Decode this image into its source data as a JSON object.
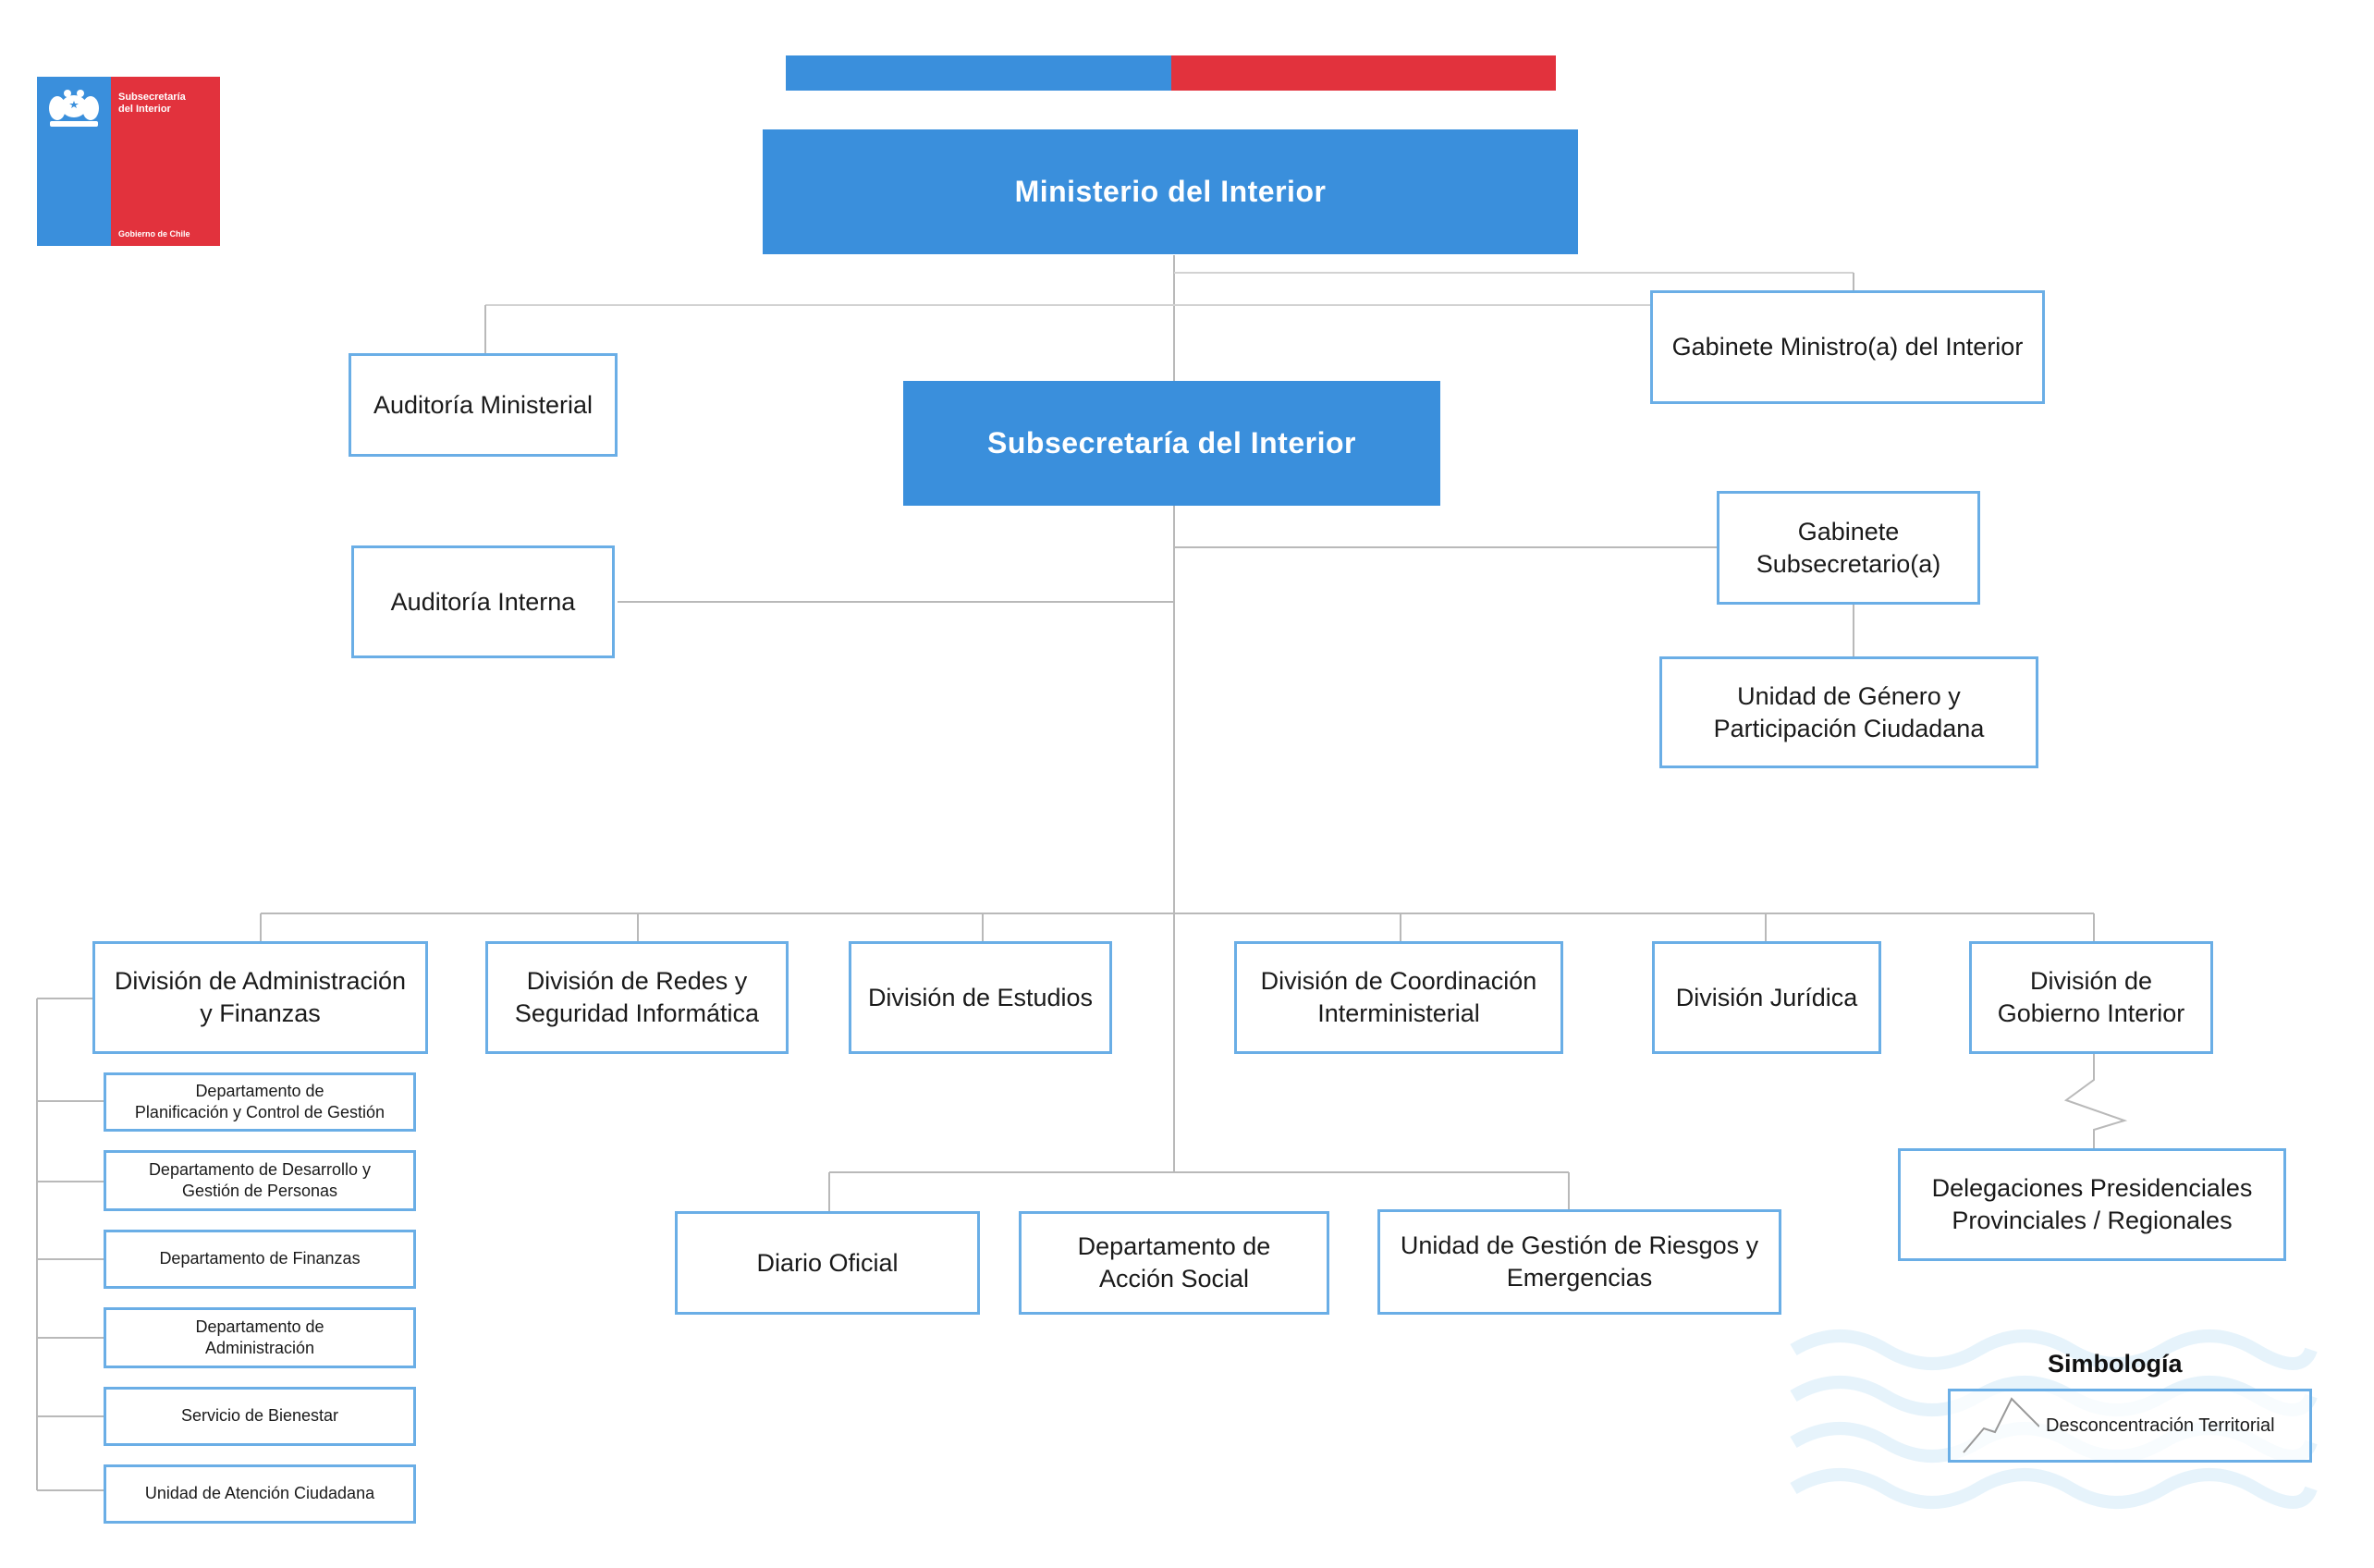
{
  "colors": {
    "blue": "#3a8fdc",
    "red": "#e2323d",
    "box_border": "#6aaee6",
    "line": "#b7b7b7"
  },
  "logo": {
    "line1": "Subsecretaría",
    "line2": "del Interior",
    "footer": "Gobierno de Chile",
    "emblem_icon": "coat-of-arms-icon"
  },
  "nodes": {
    "ministerio": "Ministerio del Interior",
    "gabinete_ministro": "Gabinete Ministro(a) del Interior",
    "auditoria_ministerial": "Auditoría Ministerial",
    "subsecretaria": "Subsecretaría del Interior",
    "gabinete_subsecretario": "Gabinete\nSubsecretario(a)",
    "unidad_genero": "Unidad de Género y\nParticipación Ciudadana",
    "auditoria_interna": "Auditoría Interna"
  },
  "divisions": [
    "División de Administración\ny Finanzas",
    "División de Redes y\nSeguridad Informática",
    "División de Estudios",
    "División de Coordinación\nInterministerial",
    "División Jurídica",
    "División de\nGobierno Interior"
  ],
  "admin_departments": [
    "Departamento de\nPlanificación y Control de Gestión",
    "Departamento de Desarrollo y\nGestión de Personas",
    "Departamento de Finanzas",
    "Departamento de\nAdministración",
    "Servicio de Bienestar",
    "Unidad de Atención Ciudadana"
  ],
  "central_units": [
    "Diario Oficial",
    "Departamento de\nAcción Social",
    "Unidad de Gestión de Riesgos y\nEmergencias"
  ],
  "delegaciones": "Delegaciones Presidenciales\nProvinciales / Regionales",
  "legend": {
    "title": "Simbología",
    "item": "Desconcentración Territorial",
    "icon": "zigzag-line-icon"
  }
}
